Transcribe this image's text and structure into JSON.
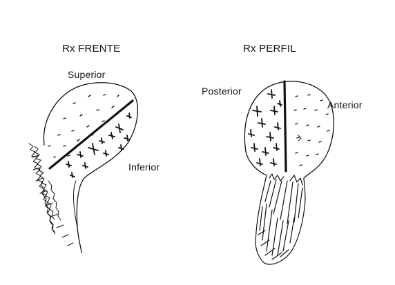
{
  "views": {
    "front": {
      "title": "Rx FRENTE",
      "superior": "Superior",
      "inferior": "Inferior"
    },
    "profile": {
      "title": "Rx PERFIL",
      "posterior": "Posterior",
      "anterior": "Anterior"
    }
  },
  "colors": {
    "ink": "#111111",
    "paper": "#ffffff"
  }
}
